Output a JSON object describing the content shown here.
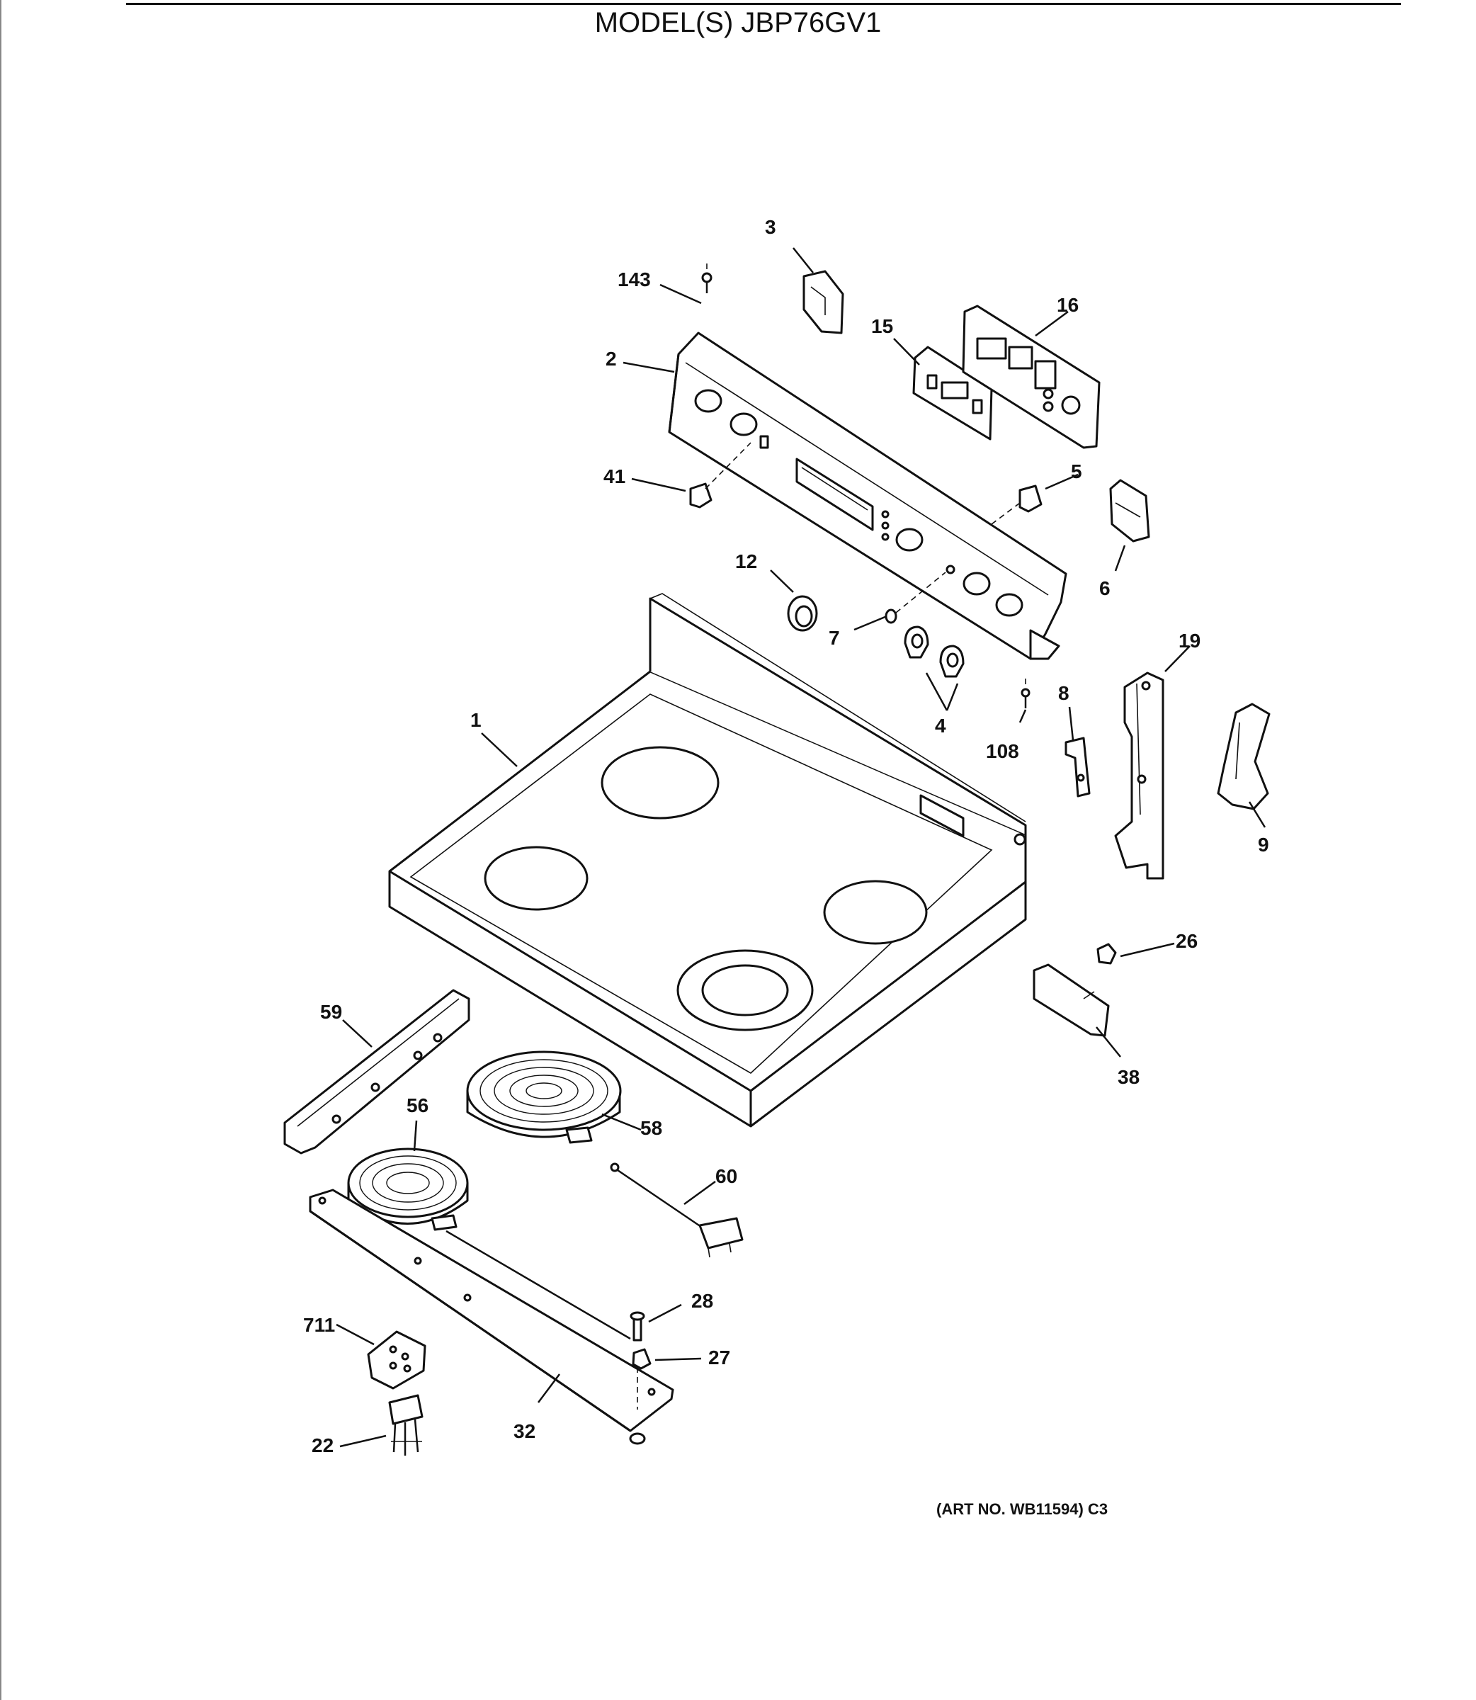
{
  "header": {
    "title": "MODEL(S) JBP76GV1"
  },
  "footer": {
    "art_number": "(ART NO. WB11594) C3"
  },
  "callouts": {
    "c1": "1",
    "c2": "2",
    "c3": "3",
    "c4": "4",
    "c5": "5",
    "c6": "6",
    "c7": "7",
    "c8": "8",
    "c9": "9",
    "c12": "12",
    "c15": "15",
    "c16": "16",
    "c19": "19",
    "c22": "22",
    "c26": "26",
    "c27": "27",
    "c28": "28",
    "c32": "32",
    "c38": "38",
    "c41": "41",
    "c56": "56",
    "c58": "58",
    "c59": "59",
    "c60": "60",
    "c108": "108",
    "c143": "143",
    "c711": "711"
  }
}
